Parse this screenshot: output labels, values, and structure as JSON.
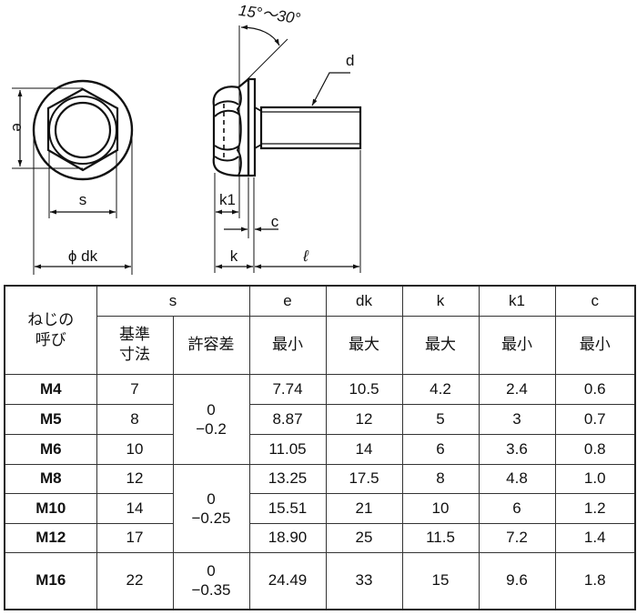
{
  "drawing": {
    "front_view": {
      "labels": {
        "e": "e",
        "s": "s",
        "dk": "ϕ dk"
      }
    },
    "side_view": {
      "labels": {
        "angle": "15°～30°",
        "d": "d",
        "k1": "k1",
        "c": "c",
        "k": "k",
        "length": "ℓ"
      }
    }
  },
  "table": {
    "header": {
      "size_label_line1": "ねじの",
      "size_label_line2": "呼び",
      "s": "s",
      "s_nominal_line1": "基準",
      "s_nominal_line2": "寸法",
      "s_tolerance": "許容差",
      "e": "e",
      "e_sub": "最小",
      "dk": "dk",
      "dk_sub": "最大",
      "k": "k",
      "k_sub": "最大",
      "k1": "k1",
      "k1_sub": "最小",
      "c": "c",
      "c_sub": "最小"
    },
    "tolerances": [
      {
        "upper": "0",
        "lower": "−0.2"
      },
      {
        "upper": "0",
        "lower": "−0.25"
      },
      {
        "upper": "0",
        "lower": "−0.35"
      }
    ],
    "rows": [
      {
        "size": "M4",
        "s": "7",
        "e": "7.74",
        "dk": "10.5",
        "k": "4.2",
        "k1": "2.4",
        "c": "0.6"
      },
      {
        "size": "M5",
        "s": "8",
        "e": "8.87",
        "dk": "12",
        "k": "5",
        "k1": "3",
        "c": "0.7"
      },
      {
        "size": "M6",
        "s": "10",
        "e": "11.05",
        "dk": "14",
        "k": "6",
        "k1": "3.6",
        "c": "0.8"
      },
      {
        "size": "M8",
        "s": "12",
        "e": "13.25",
        "dk": "17.5",
        "k": "8",
        "k1": "4.8",
        "c": "1.0"
      },
      {
        "size": "M10",
        "s": "14",
        "e": "15.51",
        "dk": "21",
        "k": "10",
        "k1": "6",
        "c": "1.2"
      },
      {
        "size": "M12",
        "s": "17",
        "e": "18.90",
        "dk": "25",
        "k": "11.5",
        "k1": "7.2",
        "c": "1.4"
      },
      {
        "size": "M16",
        "s": "22",
        "e": "24.49",
        "dk": "33",
        "k": "15",
        "k1": "9.6",
        "c": "1.8"
      }
    ]
  }
}
